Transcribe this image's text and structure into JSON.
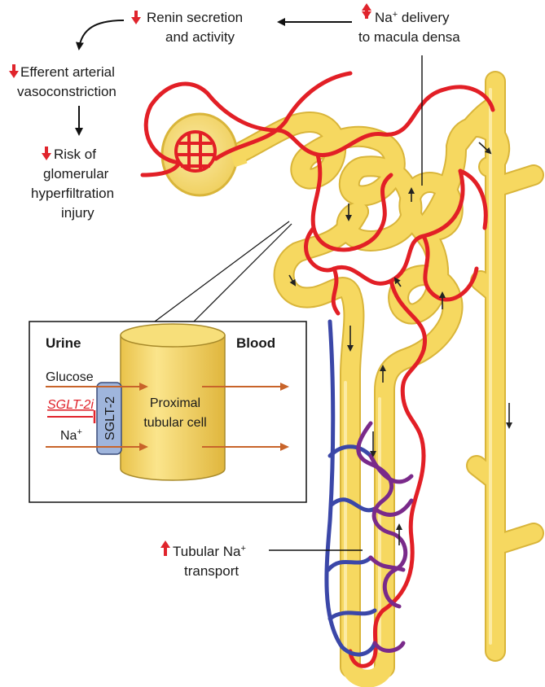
{
  "labels": {
    "renin_line1": "Renin secretion",
    "renin_line2": "and activity",
    "na_delivery_line1": "Na",
    "na_delivery_sup": "+",
    "na_delivery_line1_rest": " delivery",
    "na_delivery_line2": "to macula densa",
    "efferent_line1": "Efferent arterial",
    "efferent_line2": "vasoconstriction",
    "risk_line1": "Risk of",
    "risk_line2": "glomerular",
    "risk_line3": "hyperfiltration",
    "risk_line4": "injury",
    "tubular_line1": "Tubular Na",
    "tubular_sup": "+",
    "tubular_line2": "transport"
  },
  "inset": {
    "urine": "Urine",
    "blood": "Blood",
    "glucose": "Glucose",
    "drug": "SGLT-2i",
    "sodium": "Na",
    "sodium_sup": "+",
    "transporter": "SGLT-2",
    "cell_line1": "Proximal",
    "cell_line2": "tubular cell"
  },
  "colors": {
    "increase_arrow": "#e0242c",
    "decrease_arrow": "#e0242c",
    "tubule": "#f6d860",
    "tubule_edge": "#d9b53a",
    "artery": "#e21f26",
    "vein": "#3b47a8",
    "capillary": "#7a2a8a",
    "transport_arrow": "#c8642a",
    "transporter_fill": "#9fb5dc"
  }
}
